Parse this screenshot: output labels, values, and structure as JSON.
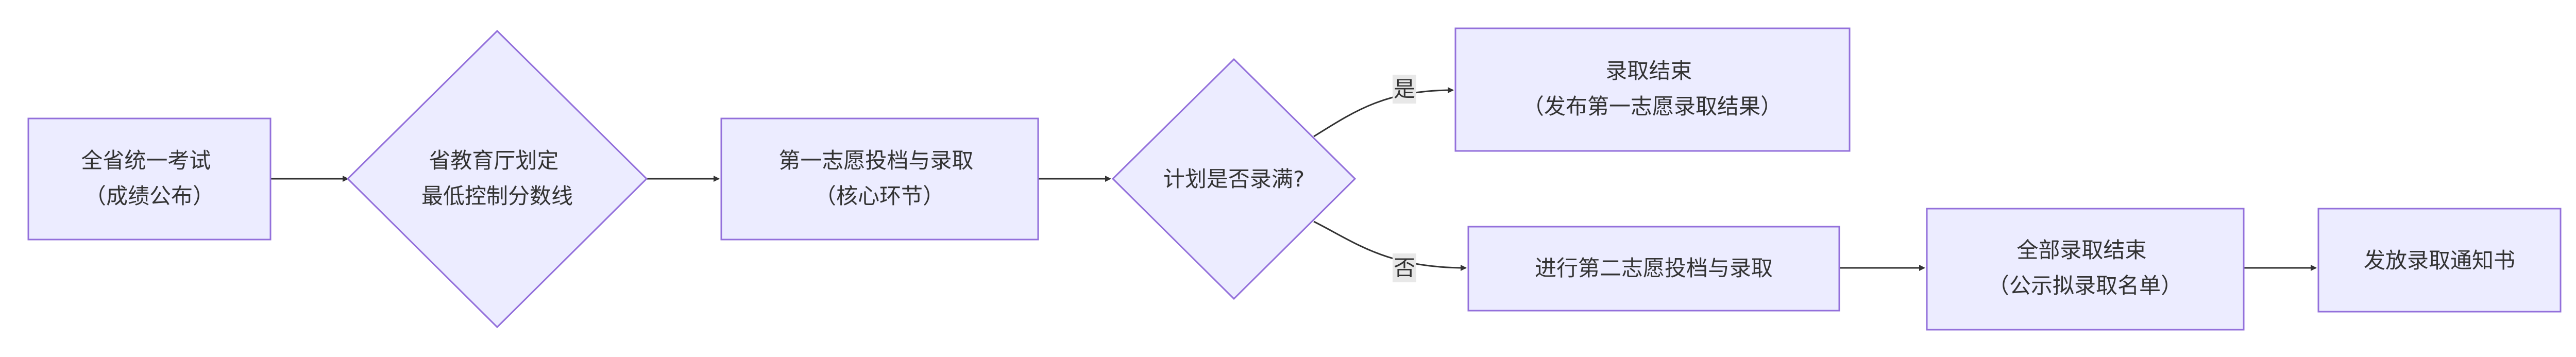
{
  "colors": {
    "node_fill": "#ECECFF",
    "node_stroke": "#9370DB",
    "edge": "#333333",
    "label_bg": "#E8E8E8",
    "text": "#333333"
  },
  "nodes": {
    "exam": {
      "lines": [
        "全省统一考试",
        "（成绩公布）"
      ]
    },
    "cutoff": {
      "lines": [
        "省教育厅划定",
        "最低控制分数线"
      ]
    },
    "first": {
      "lines": [
        "第一志愿投档与录取",
        "（核心环节）"
      ]
    },
    "plan": {
      "lines": [
        "计划是否录满?"
      ]
    },
    "end_first": {
      "lines": [
        "录取结束",
        "（发布第一志愿录取结果）"
      ]
    },
    "second": {
      "lines": [
        "进行第二志愿投档与录取"
      ]
    },
    "all_end": {
      "lines": [
        "全部录取结束",
        "（公示拟录取名单）"
      ]
    },
    "notice": {
      "lines": [
        "发放录取通知书"
      ]
    }
  },
  "edge_labels": {
    "yes": "是",
    "no": "否"
  }
}
